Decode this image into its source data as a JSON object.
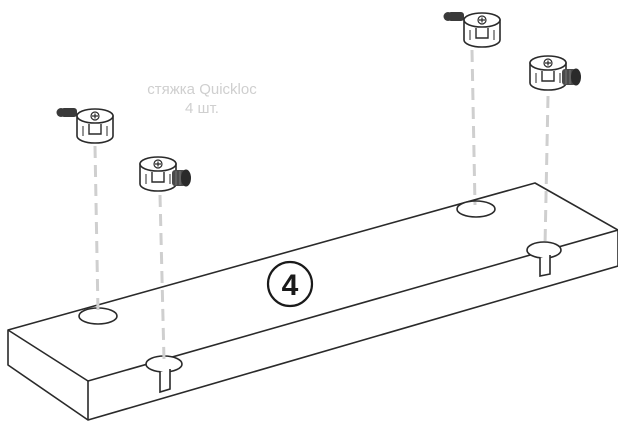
{
  "caption": {
    "name": "стяжка Quickloc",
    "count": "4 шт."
  },
  "step": {
    "number": "4"
  },
  "colors": {
    "outline": "#2a2a2a",
    "guide": "#cfcfcf",
    "caption": "#cfcfcf",
    "bolt": "#3a3a3a"
  }
}
